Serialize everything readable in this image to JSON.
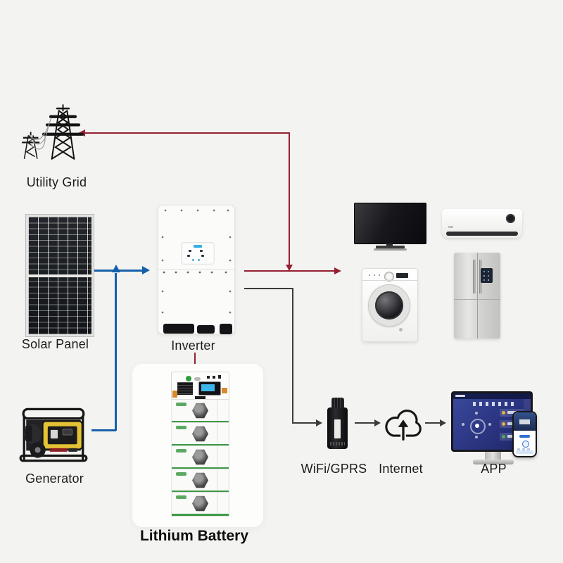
{
  "background": "#f3f3f1",
  "colors": {
    "grid_line_red": "#962031",
    "pv_line_blue": "#1560ab",
    "comm_line_black": "#3c3c3c",
    "battery_accent_green": "#3e9a47",
    "generator_yellow": "#e5c235"
  },
  "nodes": {
    "utility_grid": {
      "label": "Utility Grid",
      "icon": "transmission-tower-icon"
    },
    "solar_panel": {
      "label": "Solar Panel",
      "icon": "solar-panel-icon"
    },
    "inverter": {
      "label": "Inverter",
      "icon": "inverter-icon"
    },
    "generator": {
      "label": "Generator",
      "icon": "generator-icon"
    },
    "lithium_battery": {
      "label": "Lithium Battery",
      "icon": "battery-stack-icon",
      "module_count": 5
    },
    "appliances": {
      "icons": [
        "tv-icon",
        "air-conditioner-icon",
        "washing-machine-icon",
        "refrigerator-icon"
      ]
    },
    "wifi": {
      "label": "WiFi/GPRS",
      "icon": "wifi-dongle-icon"
    },
    "internet": {
      "label": "Internet",
      "icon": "cloud-upload-icon"
    },
    "app": {
      "label": "APP",
      "icon": "monitor-and-phone-icon"
    }
  },
  "connections": [
    {
      "from": "inverter",
      "to": "utility_grid",
      "color": "#962031"
    },
    {
      "from": "inverter",
      "to": "appliances",
      "color": "#962031"
    },
    {
      "from": "inverter",
      "to": "lithium_battery",
      "color": "#962031"
    },
    {
      "from": "solar_panel",
      "to": "inverter",
      "color": "#1560ab"
    },
    {
      "from": "generator",
      "to": "inverter",
      "color": "#1560ab"
    },
    {
      "from": "inverter",
      "to": "wifi",
      "color": "#3c3c3c"
    },
    {
      "from": "wifi",
      "to": "internet",
      "color": "#3c3c3c"
    },
    {
      "from": "internet",
      "to": "app",
      "color": "#3c3c3c"
    }
  ]
}
